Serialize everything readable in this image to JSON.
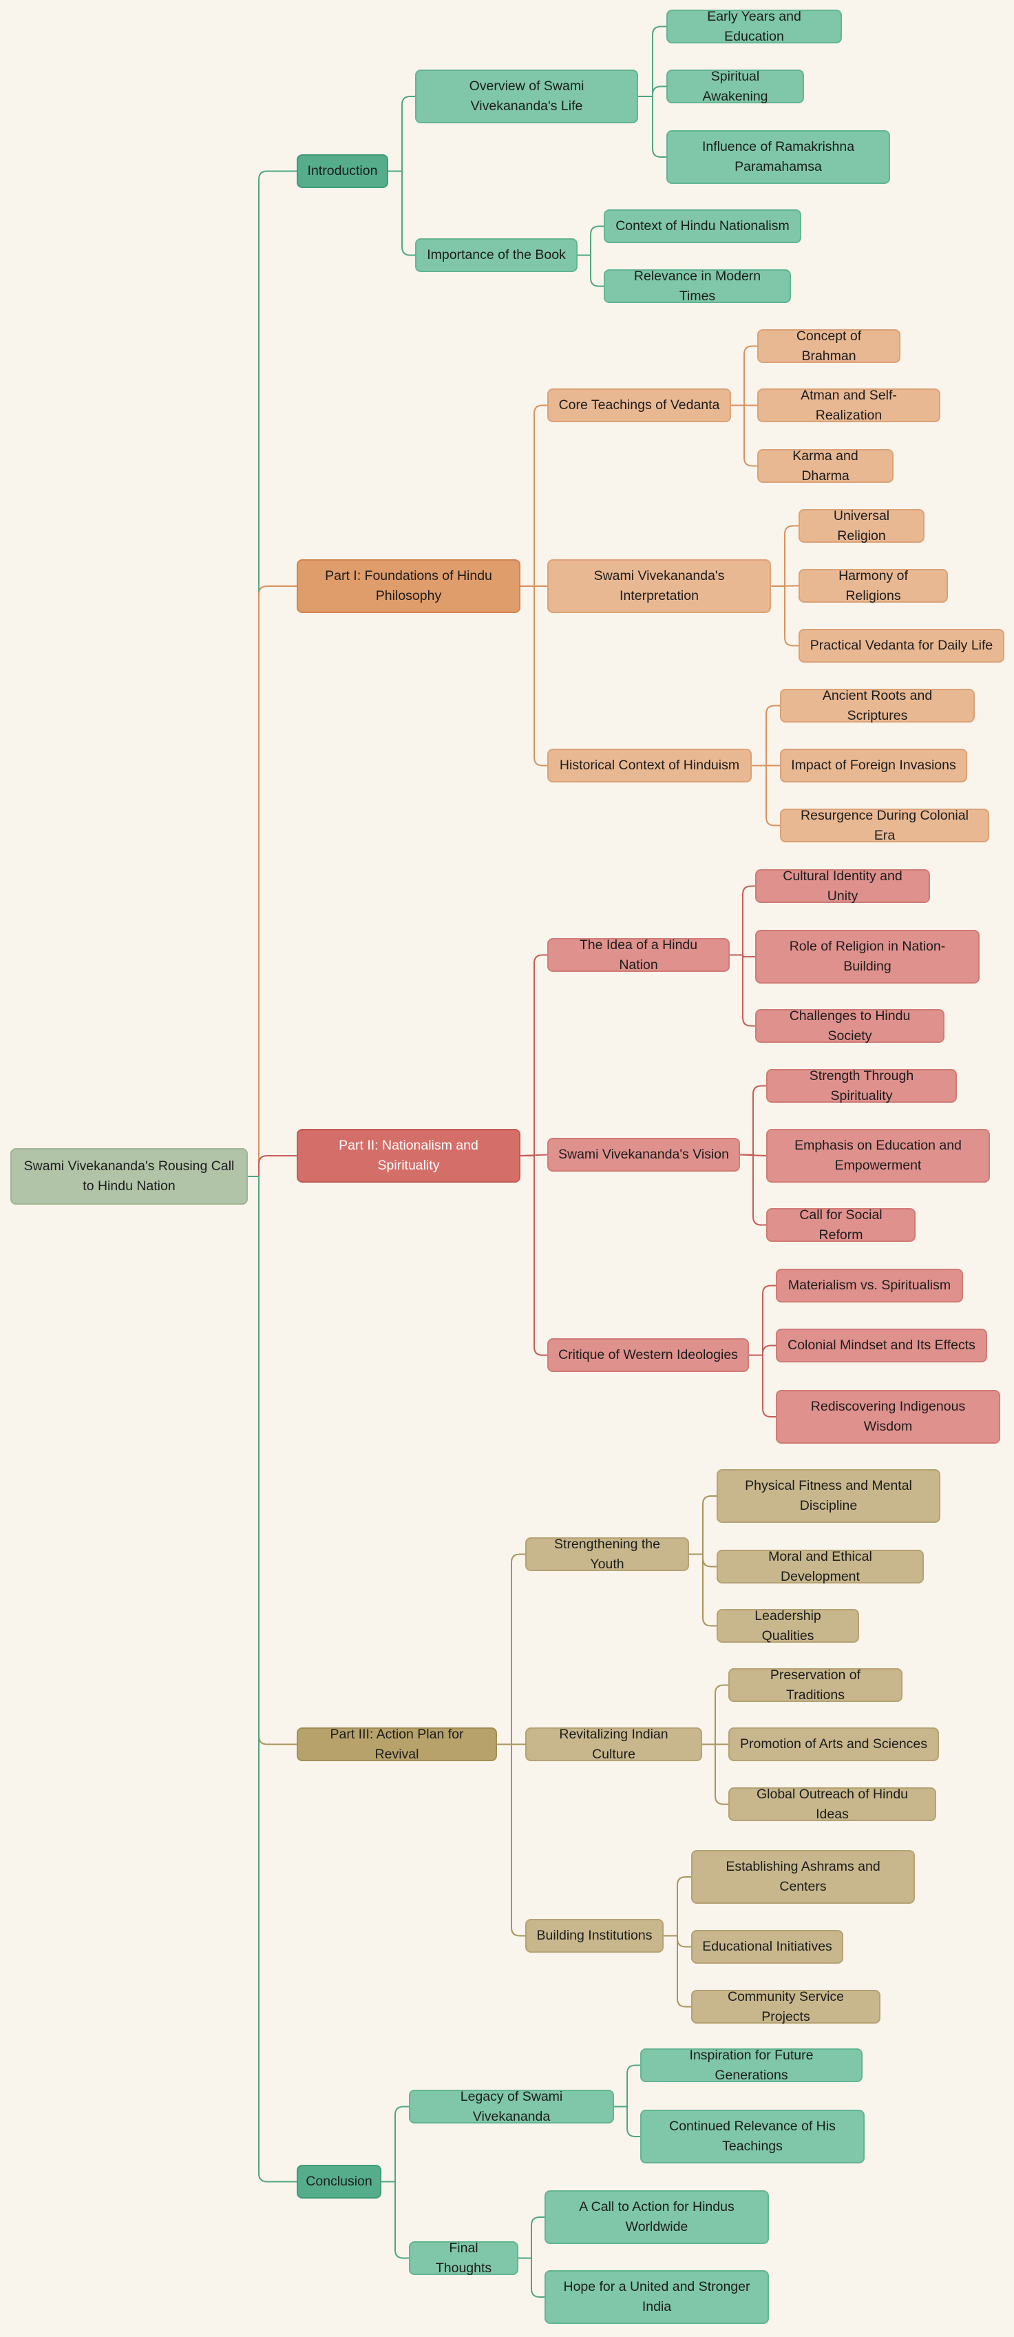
{
  "mindmap": {
    "root": "Swami Vivekananda's Rousing Call to Hindu Nation",
    "branches": [
      {
        "label": "Introduction",
        "topics": [
          {
            "label": "Overview of Swami Vivekananda's Life",
            "items": [
              "Early Years and Education",
              "Spiritual Awakening",
              "Influence of Ramakrishna Paramahamsa"
            ]
          },
          {
            "label": "Importance of the Book",
            "items": [
              "Context of Hindu Nationalism",
              "Relevance in Modern Times"
            ]
          }
        ]
      },
      {
        "label": "Part I: Foundations of Hindu Philosophy",
        "topics": [
          {
            "label": "Core Teachings of Vedanta",
            "items": [
              "Concept of Brahman",
              "Atman and Self-Realization",
              "Karma and Dharma"
            ]
          },
          {
            "label": "Swami Vivekananda's Interpretation",
            "items": [
              "Universal Religion",
              "Harmony of Religions",
              "Practical Vedanta for Daily Life"
            ]
          },
          {
            "label": "Historical Context of Hinduism",
            "items": [
              "Ancient Roots and Scriptures",
              "Impact of Foreign Invasions",
              "Resurgence During Colonial Era"
            ]
          }
        ]
      },
      {
        "label": "Part II: Nationalism and Spirituality",
        "topics": [
          {
            "label": "The Idea of a Hindu Nation",
            "items": [
              "Cultural Identity and Unity",
              "Role of Religion in Nation-Building",
              "Challenges to Hindu Society"
            ]
          },
          {
            "label": "Swami Vivekananda's Vision",
            "items": [
              "Strength Through Spirituality",
              "Emphasis on Education and Empowerment",
              "Call for Social Reform"
            ]
          },
          {
            "label": "Critique of Western Ideologies",
            "items": [
              "Materialism vs. Spiritualism",
              "Colonial Mindset and Its Effects",
              "Rediscovering Indigenous Wisdom"
            ]
          }
        ]
      },
      {
        "label": "Part III: Action Plan for Revival",
        "topics": [
          {
            "label": "Strengthening the Youth",
            "items": [
              "Physical Fitness and Mental Discipline",
              "Moral and Ethical Development",
              "Leadership Qualities"
            ]
          },
          {
            "label": "Revitalizing Indian Culture",
            "items": [
              "Preservation of Traditions",
              "Promotion of Arts and Sciences",
              "Global Outreach of Hindu Ideas"
            ]
          },
          {
            "label": "Building Institutions",
            "items": [
              "Establishing Ashrams and Centers",
              "Educational Initiatives",
              "Community Service Projects"
            ]
          }
        ]
      },
      {
        "label": "Conclusion",
        "topics": [
          {
            "label": "Legacy of Swami Vivekananda",
            "items": [
              "Inspiration for Future Generations",
              "Continued Relevance of His Teachings"
            ]
          },
          {
            "label": "Final Thoughts",
            "items": [
              "A Call to Action for Hindus Worldwide",
              "Hope for a United and Stronger India"
            ]
          }
        ]
      }
    ]
  },
  "colors": {
    "background": "#f9f4ec",
    "root": "#b2c4a8",
    "introduction": "#55ad8c",
    "part1": "#e09d6c",
    "part2": "#d46e68",
    "part3": "#b7a26b",
    "conclusion": "#55ad8c"
  }
}
